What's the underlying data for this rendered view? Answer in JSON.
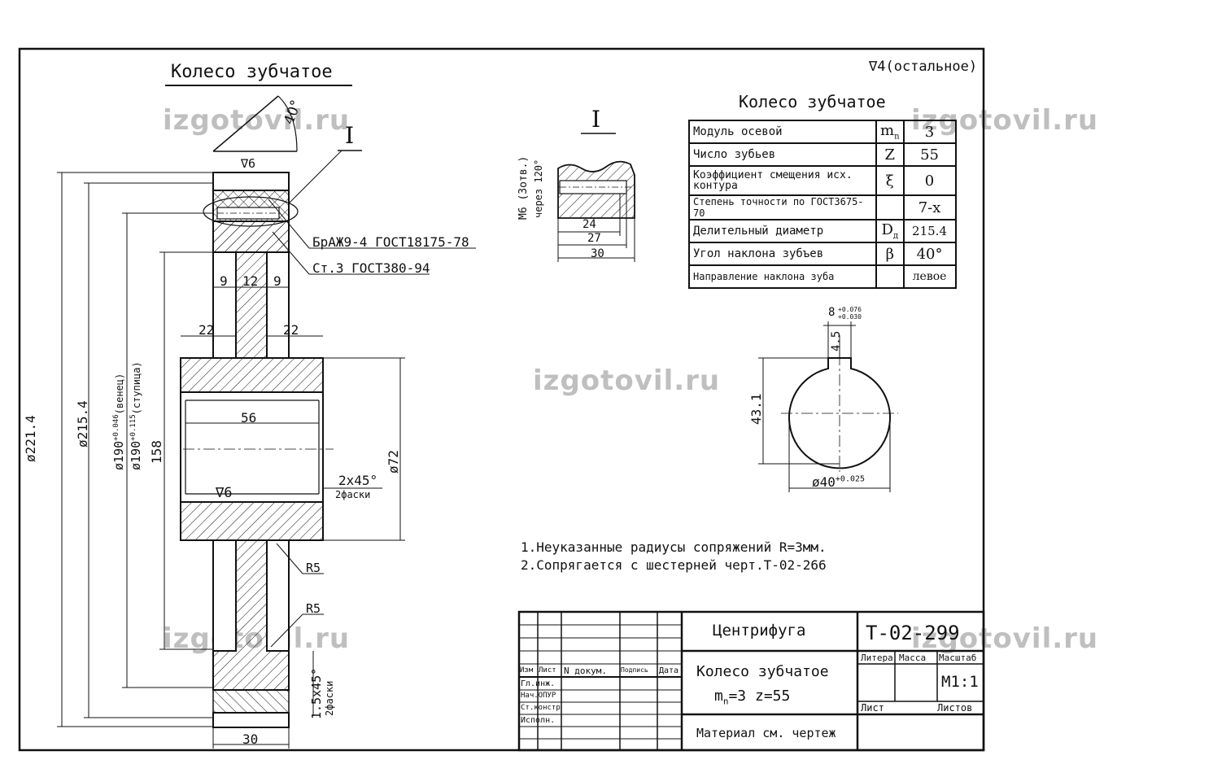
{
  "title": "Колесо зубчатое",
  "roughness_other": "∇4(остальное)",
  "section_label": "I",
  "angle_label": "40°",
  "roughness_rim": "∇6",
  "roughness_bore": "∇6",
  "material_rim": "БрАЖ9-4 ГОСТ18175-78",
  "material_hub": "Ст.3 ГОСТ380-94",
  "dims": {
    "d221": "ø221.4",
    "d215": "ø215.4",
    "d190a": "ø190",
    "d190a_tol": "+0.046",
    "d190a_note": "(венец)",
    "d190b": "ø190",
    "d190b_tol": "+0.115",
    "d190b_note": "(ступица)",
    "h158": "158",
    "d72": "ø72",
    "w9a": "9",
    "w12": "12",
    "w9b": "9",
    "w22a": "22",
    "w22b": "22",
    "w56": "56",
    "w30": "30",
    "chamfer": "2x45°",
    "chamfer_note": "2фаски",
    "chamfer2": "1.5x45°",
    "chamfer2_note": "2фаски",
    "r5a": "R5",
    "r5b": "R5"
  },
  "detail": {
    "thread": "М6 (3отв.)",
    "thread_note": "через 120°",
    "d24": "24",
    "d27": "27",
    "d30": "30"
  },
  "keyway": {
    "width": "8",
    "width_tol_up": "+0.076",
    "width_tol_lo": "+0.030",
    "depth": "4.5",
    "h431": "43.1",
    "d40": "ø40",
    "d40_tol": "+0.025"
  },
  "params": {
    "title": "Колесо зубчатое",
    "rows": [
      {
        "name": "Модуль осевой",
        "sym": "mn",
        "val": "3"
      },
      {
        "name": "Число зубьев",
        "sym": "Z",
        "val": "55"
      },
      {
        "name": "Коэффициент смещения исх. контура",
        "sym": "ξ",
        "val": "0"
      },
      {
        "name": "Степень точности по ГОСТ3675-70",
        "sym": "",
        "val": "7-х"
      },
      {
        "name": "Делительный диаметр",
        "sym": "Dд",
        "val": "215.4"
      },
      {
        "name": "Угол наклона зубъев",
        "sym": "β",
        "val": "40°"
      },
      {
        "name": "Направление наклона зуба",
        "sym": "",
        "val": "левое"
      }
    ]
  },
  "notes": [
    "1.Неуказанные радиусы сопряжений R=3мм.",
    "2.Сопрягается с шестерней черт.Т-02-266"
  ],
  "stamp": {
    "product": "Центрифуга",
    "number": "Т-02-299",
    "name": "Колесо зубчатое",
    "spec": "mn=3  z=55",
    "material": "Материал см. чертеж",
    "litera": "Литера",
    "massa": "Масса",
    "masshtab": "Масштаб",
    "scale": "М1:1",
    "list": "Лист",
    "listov": "Листов",
    "col_izm": "Изм",
    "col_list": "Лист",
    "col_ndok": "N докум.",
    "col_podp": "Подпись",
    "col_data": "Дата",
    "row_glinzh": "Гл.инж.",
    "row_nach": "Нач.ОПУР",
    "row_stk": "Ст.констр",
    "row_ispoln": "Исполн."
  },
  "watermark": "izgotovil.ru"
}
